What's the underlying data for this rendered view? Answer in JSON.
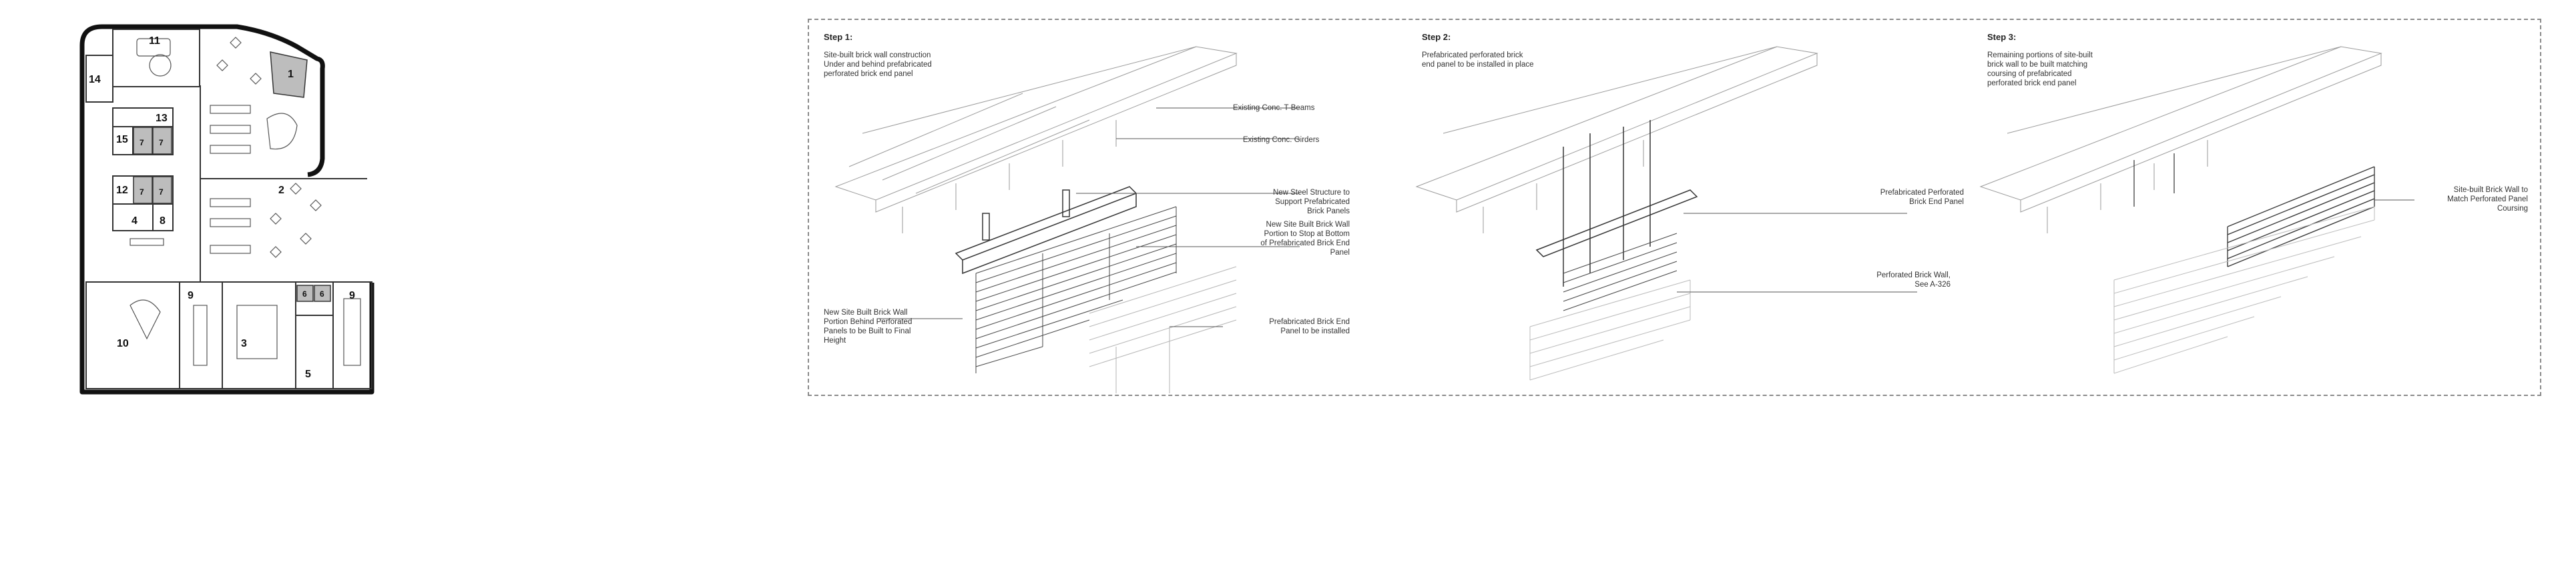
{
  "floor_plan": {
    "room_numbers": [
      "11",
      "1",
      "14",
      "13",
      "15",
      "7",
      "7",
      "12",
      "7",
      "7",
      "4",
      "8",
      "2",
      "9",
      "3",
      "6",
      "6",
      "9",
      "10",
      "5"
    ]
  },
  "steps": [
    {
      "title": "Step 1:",
      "description": "Site-built brick wall construction\nUnder and behind prefabricated\nperforated brick end panel",
      "callouts": [
        "Existing Conc. T-Beams",
        "Existing Conc. Girders",
        "New Steel Structure to\nSupport Prefabricated\nBrick Panels",
        "New Site Built Brick Wall\nPortion to Stop at Bottom\nof Prefabricated Brick End\nPanel",
        "New Site Built Brick Wall\nPortion Behind Perforated\nPanels to be Built to Final\nHeight",
        "Prefabricated Brick End\nPanel to be installed"
      ]
    },
    {
      "title": "Step 2:",
      "description": "Prefabricated perforated brick\nend panel to be installed in place",
      "callouts": [
        "Prefabricated Perforated\nBrick End Panel",
        "Perforated Brick Wall,\nSee A-326"
      ]
    },
    {
      "title": "Step 3:",
      "description": "Remaining portions of site-built\nbrick wall to be built matching\ncoursing of prefabricated\nperforated brick end panel",
      "callouts": [
        "Site-built Brick Wall to\nMatch Perforated Panel\nCoursing"
      ]
    }
  ]
}
